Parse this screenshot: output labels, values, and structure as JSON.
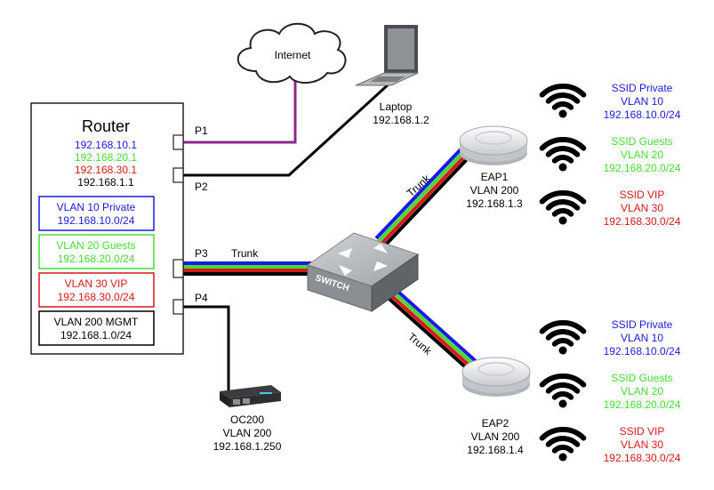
{
  "colors": {
    "vlan10": "#1a1ae6",
    "vlan20": "#44dd33",
    "vlan30": "#d91818",
    "mgmt": "#000000",
    "internet_link": "#8b2a8b"
  },
  "internet": {
    "label": "Internet"
  },
  "laptop": {
    "name": "Laptop",
    "ip": "192.168.1.2"
  },
  "router": {
    "title": "Router",
    "ips": [
      {
        "text": "192.168.10.1",
        "vlan": "vlan10"
      },
      {
        "text": "192.168.20.1",
        "vlan": "vlan20"
      },
      {
        "text": "192.168.30.1",
        "vlan": "vlan30"
      },
      {
        "text": "192.168.1.1",
        "vlan": "mgmt"
      }
    ],
    "vlans": [
      {
        "name": "VLAN 10 Private",
        "subnet": "192.168.10.0/24",
        "vlan": "vlan10"
      },
      {
        "name": "VLAN 20 Guests",
        "subnet": "192.168.20.0/24",
        "vlan": "vlan20"
      },
      {
        "name": "VLAN 30 VIP",
        "subnet": "192.168.30.0/24",
        "vlan": "vlan30"
      },
      {
        "name": "VLAN 200 MGMT",
        "subnet": "192.168.1.0/24",
        "vlan": "mgmt"
      }
    ],
    "ports": [
      "P1",
      "P2",
      "P3",
      "P4"
    ]
  },
  "switch": {
    "label": "SWITCH"
  },
  "links": {
    "trunk_label": "Trunk"
  },
  "eaps": [
    {
      "name": "EAP1",
      "vlan": "VLAN 200",
      "ip": "192.168.1.3"
    },
    {
      "name": "EAP2",
      "vlan": "VLAN 200",
      "ip": "192.168.1.4"
    }
  ],
  "ssid_groups": [
    [
      {
        "ssid": "SSID Private",
        "vlan_label": "VLAN 10",
        "subnet": "192.168.10.0/24",
        "vlan": "vlan10"
      },
      {
        "ssid": "SSID Guests",
        "vlan_label": "VLAN 20",
        "subnet": "192.168.20.0/24",
        "vlan": "vlan20"
      },
      {
        "ssid": "SSID VIP",
        "vlan_label": "VLAN 30",
        "subnet": "192.168.30.0/24",
        "vlan": "vlan30"
      }
    ],
    [
      {
        "ssid": "SSID Private",
        "vlan_label": "VLAN 10",
        "subnet": "192.168.10.0/24",
        "vlan": "vlan10"
      },
      {
        "ssid": "SSID Guests",
        "vlan_label": "VLAN 20",
        "subnet": "192.168.20.0/24",
        "vlan": "vlan20"
      },
      {
        "ssid": "SSID VIP",
        "vlan_label": "VLAN 30",
        "subnet": "192.168.30.0/24",
        "vlan": "vlan30"
      }
    ]
  ],
  "controller": {
    "name": "OC200",
    "vlan": "VLAN 200",
    "ip": "192.168.1.250"
  }
}
